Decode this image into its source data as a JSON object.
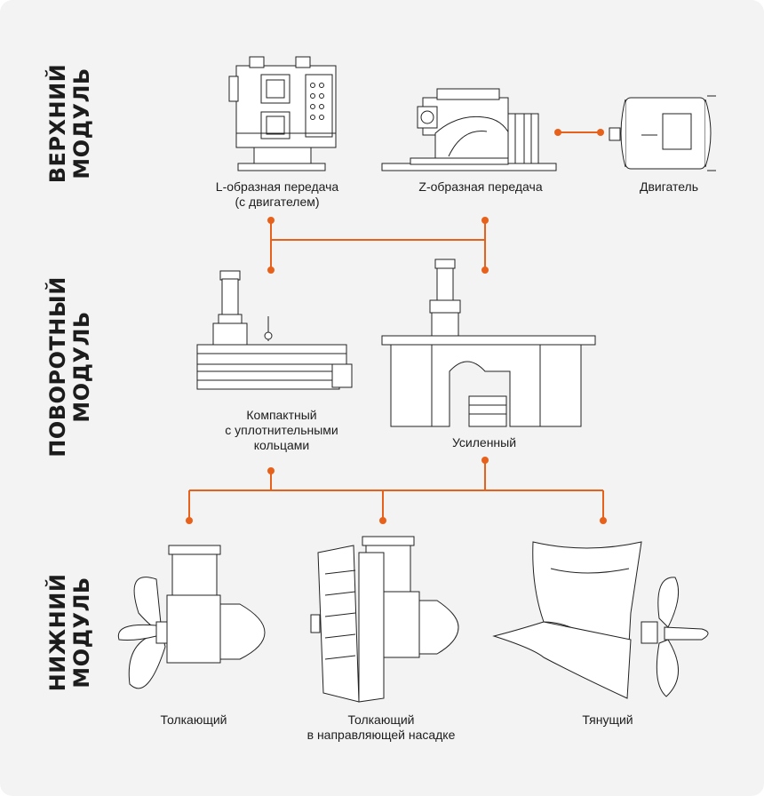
{
  "sections": {
    "top": {
      "line1": "Верхний",
      "line2": "модуль"
    },
    "rotary": {
      "line1": "Поворотный",
      "line2": "модуль"
    },
    "bottom": {
      "line1": "Нижний",
      "line2": "модуль"
    }
  },
  "top_module": {
    "l_gear": {
      "line1": "L-образная передача",
      "line2": "(с двигателем)"
    },
    "z_gear": {
      "label": "Z-образная передача"
    },
    "engine": {
      "label": "Двигатель"
    }
  },
  "rotary_module": {
    "compact": {
      "line1": "Компактный",
      "line2": "с уплотнительными",
      "line3": "кольцами"
    },
    "reinforced": {
      "label": "Усиленный"
    }
  },
  "bottom_module": {
    "pushing": {
      "label": "Толкающий"
    },
    "pushing_nozzle": {
      "line1": "Толкающий",
      "line2": "в направляющей насадке"
    },
    "pulling": {
      "label": "Тянущий"
    }
  },
  "colors": {
    "accent": "#e8611a",
    "line": "#222222",
    "background": "#f3f3f3"
  }
}
